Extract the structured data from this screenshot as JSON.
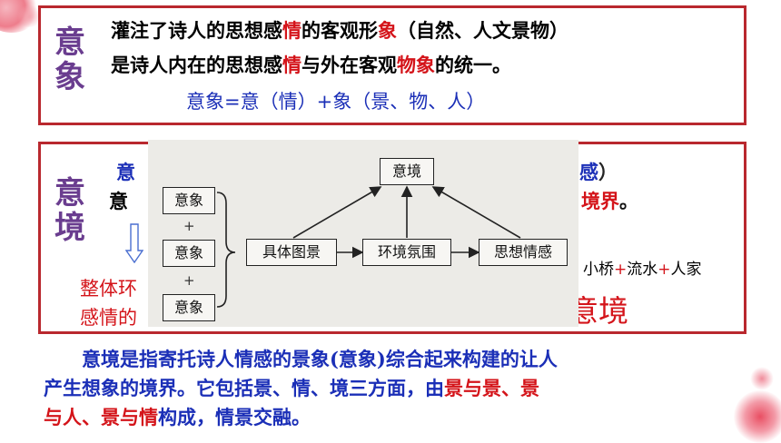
{
  "box1": {
    "side_label": [
      "意",
      "象"
    ],
    "line1_parts": [
      {
        "t": "灌注了诗人的思想感",
        "c": "black"
      },
      {
        "t": "情",
        "c": "red"
      },
      {
        "t": "的客观形",
        "c": "black"
      },
      {
        "t": "象",
        "c": "red"
      },
      {
        "t": "（自然、人文景物）",
        "c": "black"
      }
    ],
    "line2_parts": [
      {
        "t": "是诗人内在的思想感",
        "c": "black"
      },
      {
        "t": "情",
        "c": "red"
      },
      {
        "t": "与外在客观",
        "c": "black"
      },
      {
        "t": "物象",
        "c": "red"
      },
      {
        "t": "的统一。",
        "c": "black"
      }
    ],
    "formula": "意象=意（情）+象（景、物、人）"
  },
  "box2": {
    "side_label": [
      "意",
      "境"
    ],
    "partial_top_left": "意",
    "partial_top_right": "感）",
    "partial_mid_left": "意",
    "partial_mid_right": "境界。",
    "right_note": "小桥+流水+人家",
    "left_red_1": "整体环",
    "left_red_2": "感情的",
    "big_right": "意境"
  },
  "diagram": {
    "top": "意境",
    "left_items": [
      "意象",
      "意象",
      "意象"
    ],
    "plus": "+",
    "mid_a": "具体图景",
    "mid_b": "环境氛围",
    "mid_c": "思想情感"
  },
  "bottom": {
    "line1": "意境是指寄托诗人情感的景象(意象)综合起来构建的让人",
    "line2": "产生想象的境界。它包括景、情、境三方面，由",
    "line2_red": "景与景、景",
    "line3_red_a": "与人、景与情",
    "line3_rest": "构成，情景交融。"
  },
  "colors": {
    "frame": "#b9282e",
    "red": "#d4141a",
    "blue": "#1b2fb7",
    "purple": "#6a3d8f"
  }
}
